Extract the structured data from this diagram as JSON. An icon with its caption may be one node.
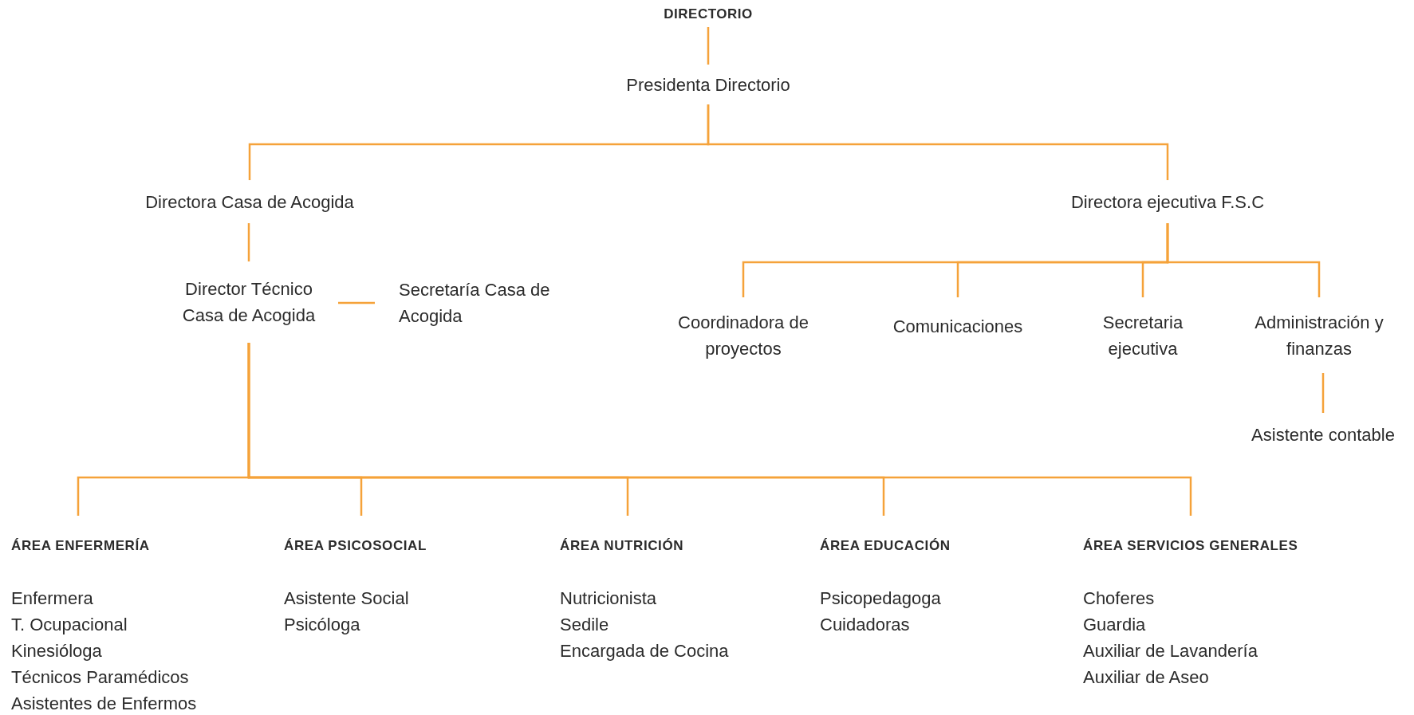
{
  "diagram": {
    "nodes": [
      {
        "text": [
          "DIRECTORIO"
        ]
      },
      {
        "text": [
          "Presidenta Directorio"
        ]
      },
      {
        "text": [
          "Directora Casa de Acogida"
        ]
      },
      {
        "text": [
          "Directora ejecutiva F.S.C"
        ]
      },
      {
        "text": [
          "Director Técnico Casa de Acogida"
        ]
      },
      {
        "text": [
          "Secretaría Casa de Acogida"
        ]
      },
      {
        "text": [
          "Coordinadora de proyectos"
        ]
      },
      {
        "text": [
          "Comunicaciones"
        ]
      },
      {
        "text": [
          "Secretaria ejecutiva"
        ]
      },
      {
        "text": [
          "Administración y finanzas"
        ]
      },
      {
        "text": [
          "Asistente contable"
        ]
      },
      {
        "text": [
          "ÁREA ENFERMERÍA",
          "Enfermera",
          "T. Ocupacional",
          "Kinesióloga",
          "Técnicos Paramédicos",
          "Asistentes de Enfermos"
        ]
      },
      {
        "text": [
          "ÁREA PSICOSOCIAL",
          "Asistente Social",
          "Psicóloga"
        ]
      },
      {
        "text": [
          "ÁREA NUTRICIÓN",
          "Nutricionista",
          "Sedile",
          "Encargada de Cocina"
        ]
      },
      {
        "text": [
          "ÁREA EDUCACIÓN",
          "Psicopedagoga",
          "Cuidadoras"
        ]
      },
      {
        "text": [
          "ÁREA SERVICIOS GENERALES",
          "Choferes",
          "Guardia",
          "Auxiliar de Lavandería",
          "Auxiliar de Aseo"
        ]
      }
    ],
    "edges": [
      {
        "from": 0,
        "to": 1,
        "arrow": "none"
      },
      {
        "from": 1,
        "to": 2,
        "arrow": "none"
      },
      {
        "from": 1,
        "to": 3,
        "arrow": "none"
      },
      {
        "from": 2,
        "to": 4,
        "arrow": "none"
      },
      {
        "from": 4,
        "to": 5,
        "arrow": "none"
      },
      {
        "from": 3,
        "to": 6,
        "arrow": "none"
      },
      {
        "from": 3,
        "to": 7,
        "arrow": "none"
      },
      {
        "from": 3,
        "to": 8,
        "arrow": "none"
      },
      {
        "from": 3,
        "to": 9,
        "arrow": "none"
      },
      {
        "from": 9,
        "to": 10,
        "arrow": "none"
      },
      {
        "from": 4,
        "to": 11,
        "arrow": "none"
      },
      {
        "from": 4,
        "to": 12,
        "arrow": "none"
      },
      {
        "from": 4,
        "to": 13,
        "arrow": "none"
      },
      {
        "from": 4,
        "to": 14,
        "arrow": "none"
      },
      {
        "from": 4,
        "to": 15,
        "arrow": "none"
      }
    ]
  }
}
